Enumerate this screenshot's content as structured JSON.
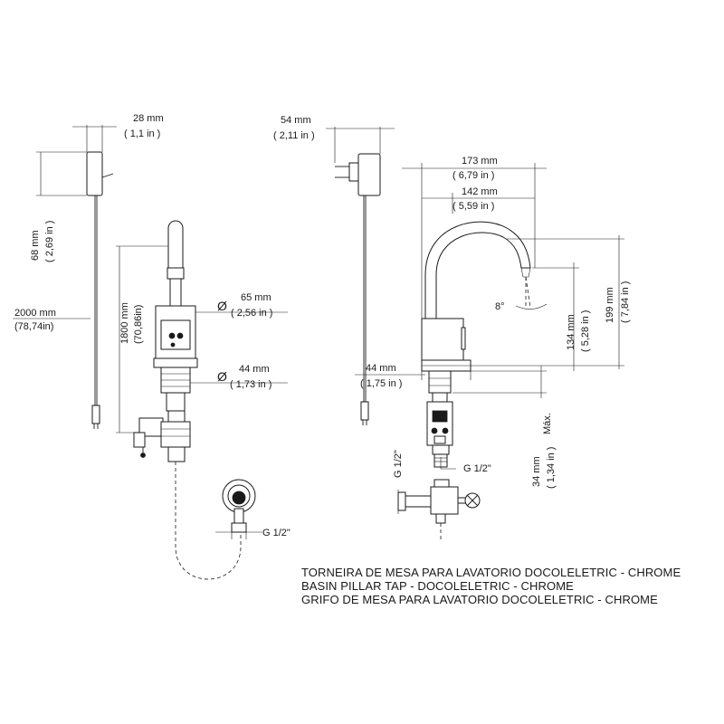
{
  "dimensions": {
    "sensor_width": {
      "mm": "28 mm",
      "in": "( 1,1 in )"
    },
    "sensor_height": {
      "mm": "68 mm",
      "in": "( 2,69 in )"
    },
    "cable_length": {
      "mm": "2000 mm",
      "in": "(78,74in)"
    },
    "tube_length": {
      "mm": "1800 mm",
      "in": "(70,86in)"
    },
    "body_diameter": {
      "symbol": "Ø",
      "mm": "65 mm",
      "in": "( 2,56 in )"
    },
    "base_diameter": {
      "symbol": "Ø",
      "mm": "44 mm",
      "in": "( 1,73 in )"
    },
    "adapter_width": {
      "mm": "54 mm",
      "in": "( 2,11 in )"
    },
    "overall_reach": {
      "mm": "173 mm",
      "in": "( 6,79 in )"
    },
    "spout_reach": {
      "mm": "142 mm",
      "in": "( 5,59 in )"
    },
    "overall_height": {
      "mm": "199 mm",
      "in": "( 7,84 in )"
    },
    "outlet_height": {
      "mm": "134 mm",
      "in": "( 5,28 in )"
    },
    "base_width": {
      "mm": "44 mm",
      "in": "( 1,75 in )"
    },
    "max_deck_thickness": {
      "mm": "34 mm",
      "in": "( 1,34 in )",
      "label": "Máx."
    },
    "spout_angle": "8°",
    "thread_front": "G 1/2\"",
    "thread_side": "G 1/2\"",
    "thread_valve": "G 1/2\""
  },
  "caption": {
    "line_pt": "TORNEIRA  DE MESA PARA LAVATORIO DOCOLELETRIC - CHROME",
    "line_en": "BASIN PILLAR TAP - DOCOLELETRIC - CHROME",
    "line_es": "GRIFO DE MESA PARA LAVATORIO DOCOLELETRIC - CHROME"
  }
}
